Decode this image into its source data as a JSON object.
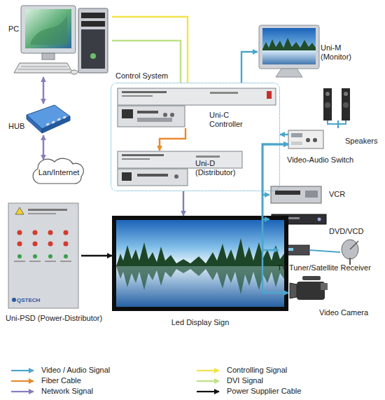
{
  "diagram": {
    "nodes": [
      {
        "text": [
          "PC"
        ]
      },
      {
        "text": [
          "Uni-M (Monitor)"
        ]
      },
      {
        "text": [
          "Control System"
        ]
      },
      {
        "text": [
          "Uni-C Controller"
        ],
        "in": 2
      },
      {
        "text": [
          "Uni-D (Distributor)"
        ],
        "in": 2
      },
      {
        "text": [
          "HUB"
        ]
      },
      {
        "text": [
          "Speakers"
        ]
      },
      {
        "text": [
          "Video-Audio Switch"
        ]
      },
      {
        "text": [
          "Lan/Internet"
        ]
      },
      {
        "text": [
          "VCR"
        ]
      },
      {
        "text": [
          "DVD/VCD"
        ]
      },
      {
        "text": [
          "TV Tuner/Satellite Receiver"
        ]
      },
      {
        "text": [
          "Uni-PSD (Power-Distributor)"
        ]
      },
      {
        "text": [
          "Led Display Sign"
        ]
      },
      {
        "text": [
          "Video Camera"
        ]
      }
    ],
    "edges": [
      {
        "from": 0,
        "to": 5,
        "arrow": "both"
      },
      {
        "from": 5,
        "to": 8,
        "arrow": "both"
      },
      {
        "from": 0,
        "to": 2,
        "arrow": "none"
      },
      {
        "from": 0,
        "to": 2,
        "arrow": "none"
      },
      {
        "from": 3,
        "to": 4,
        "arrow": "to"
      },
      {
        "from": 2,
        "to": 1,
        "arrow": "to"
      },
      {
        "from": 7,
        "to": 2,
        "arrow": "to"
      },
      {
        "from": 7,
        "to": 6,
        "arrow": "none"
      },
      {
        "from": 2,
        "to": 13,
        "arrow": "to"
      },
      {
        "from": 12,
        "to": 13,
        "arrow": "to"
      },
      {
        "from": 9,
        "to": 7,
        "arrow": "both"
      },
      {
        "from": 10,
        "to": 7,
        "arrow": "both"
      },
      {
        "from": 11,
        "to": 7,
        "arrow": "both"
      },
      {
        "from": 14,
        "to": 7,
        "arrow": "both"
      }
    ],
    "labels": [
      "QSTECH"
    ],
    "legend": [
      {
        "text": "Video / Audio Signal"
      },
      {
        "text": "Controlling Signal"
      },
      {
        "text": "Fiber Cable"
      },
      {
        "text": "DVI Signal"
      },
      {
        "text": "Network Signal"
      },
      {
        "text": "Power Supplier Cable"
      }
    ]
  }
}
